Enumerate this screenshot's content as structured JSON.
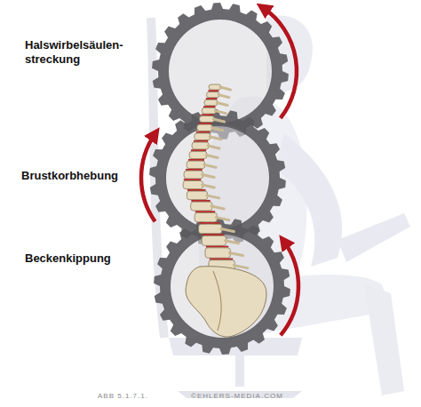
{
  "diagram": {
    "labels": [
      "Halswirbelsäulen- streckung",
      "Brustkorbhebung",
      "Beckenkippung",
      "ABB 5.1.7.1.",
      "©EHLERS-MEDIA.COM"
    ]
  }
}
